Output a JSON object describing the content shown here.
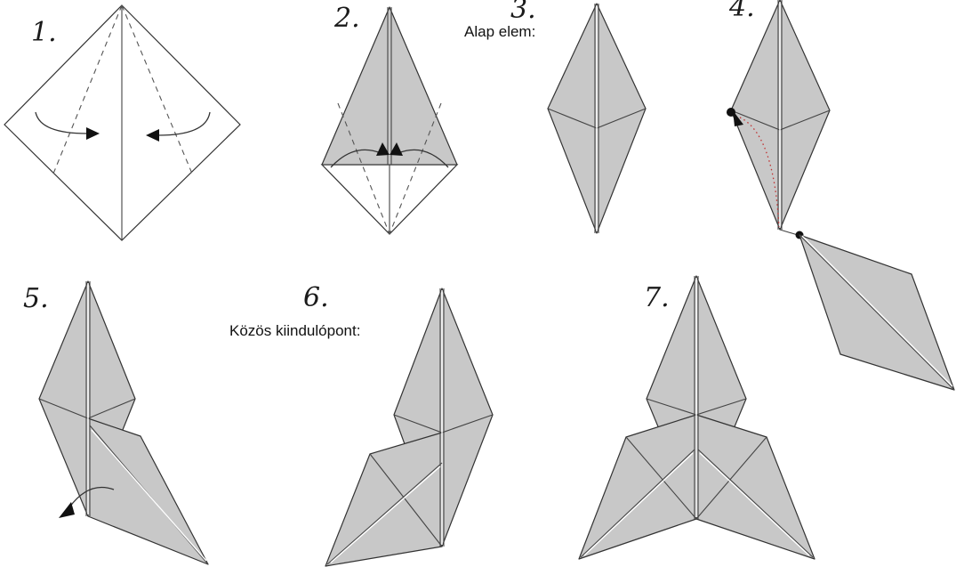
{
  "steps": [
    {
      "number": "1."
    },
    {
      "number": "2."
    },
    {
      "number": "3.",
      "caption": "Alap elem:"
    },
    {
      "number": "4."
    },
    {
      "number": "5."
    },
    {
      "number": "6.",
      "caption": "Közös kiindulópont:"
    },
    {
      "number": "7."
    }
  ],
  "colors": {
    "paper_face": "#ffffff",
    "paper_folded": "#c8c8c8",
    "outline": "#333333",
    "dotted_path": "#c03030"
  }
}
